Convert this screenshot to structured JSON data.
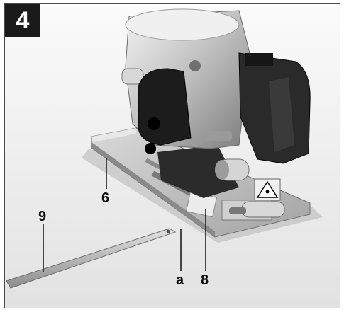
{
  "figure": {
    "number": "4"
  },
  "callouts": {
    "label_9": "9",
    "label_6": "6",
    "label_a": "a",
    "label_8": "8"
  }
}
